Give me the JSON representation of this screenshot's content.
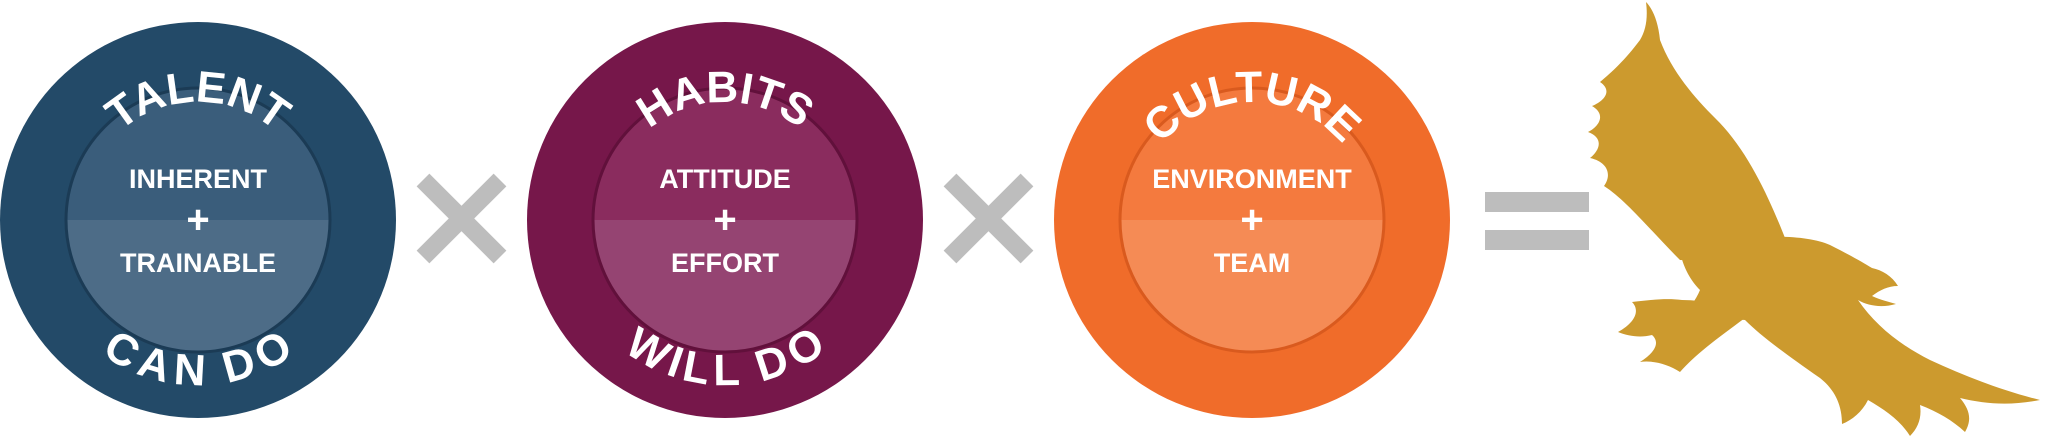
{
  "circles": [
    {
      "top": "TALENT",
      "bottom": "CAN DO",
      "line1": "INHERENT",
      "plus": "+",
      "line2": "TRAINABLE",
      "colors": {
        "outer": "#234a68",
        "inner_top": "#3a5d7b",
        "inner_bottom": "#4d6c87"
      }
    },
    {
      "top": "HABITS",
      "bottom": "WILL DO",
      "line1": "ATTITUDE",
      "plus": "+",
      "line2": "EFFORT",
      "colors": {
        "outer": "#76174a",
        "inner_top": "#8a2c5e",
        "inner_bottom": "#954472"
      }
    },
    {
      "top": "CULTURE",
      "bottom": "",
      "line1": "ENVIRONMENT",
      "plus": "+",
      "line2": "TEAM",
      "colors": {
        "outer": "#f06c2a",
        "inner_top": "#f47a3e",
        "inner_bottom": "#f58b55"
      }
    }
  ],
  "operators": [
    "multiply-icon",
    "multiply-icon",
    "equals-icon"
  ],
  "result_icon": "eagle-icon",
  "colors": {
    "operator": "#bdbdbd",
    "eagle": "#cc9a2e"
  }
}
